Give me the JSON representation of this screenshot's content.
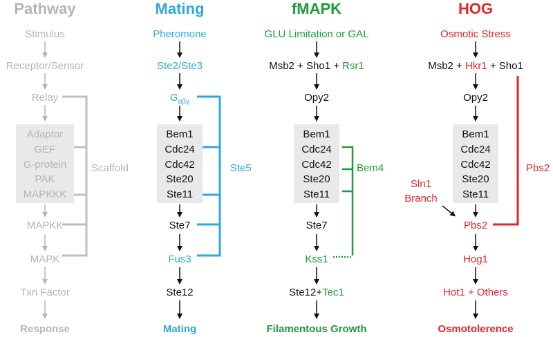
{
  "colors": {
    "gray": "#b5b5b5",
    "box": "#e9e9e9",
    "mating": "#2fa8dc",
    "fmapk": "#1f9a3c",
    "hog": "#e2252b",
    "black": "#111111"
  },
  "headers": {
    "pathway": "Pathway",
    "mating": "Mating",
    "fmapk": "fMAPK",
    "hog": "HOG"
  },
  "pathway": {
    "stimulus": "Stimulus",
    "receptor": "Receptor/Sensor",
    "relay": "Relay",
    "adaptor": "Adaptor",
    "gef": "GEF",
    "gprotein": "G-protein",
    "pak": "PAK",
    "mapkkk": "MAPKKK",
    "mapkk": "MAPKK",
    "mapk": "MAPK",
    "txn": "Txn Factor",
    "response": "Response",
    "scaffold": "Scaffold"
  },
  "mating": {
    "stimulus": "Pheromone",
    "receptor": "Ste2/Ste3",
    "relay_base": "G",
    "relay_sub": "αβγ",
    "bem1": "Bem1",
    "cdc24": "Cdc24",
    "cdc42": "Cdc42",
    "ste20": "Ste20",
    "ste11": "Ste11",
    "ste7": "Ste7",
    "mapk": "Fus3",
    "txn": "Ste12",
    "response": "Mating",
    "scaffold": "Ste5"
  },
  "fmapk": {
    "stimulus": "GLU Limitation or GAL",
    "sensor_a": "Msb2 + Sho1 + ",
    "sensor_b": "Rsr1",
    "relay": "Opy2",
    "bem1": "Bem1",
    "cdc24": "Cdc24",
    "cdc42": "Cdc42",
    "ste20": "Ste20",
    "ste11": "Ste11",
    "ste7": "Ste7",
    "mapk": "Kss1",
    "txn_a": "Ste12+",
    "txn_b": "Tec1",
    "response": "Filamentous Growth",
    "scaffold": "Bem4"
  },
  "hog": {
    "stimulus": "Osmotic Stress",
    "sensor_a": "Msb2 + ",
    "sensor_b": "Hkr1",
    "sensor_c": " + Sho1",
    "relay": "Opy2",
    "bem1": "Bem1",
    "cdc24": "Cdc24",
    "cdc42": "Cdc42",
    "ste20": "Ste20",
    "ste11": "Ste11",
    "mapkk": "Pbs2",
    "mapk": "Hog1",
    "txn": "Hot1 + Others",
    "response": "Osmotolerence",
    "branch_line1": "Sln1",
    "branch_line2": "Branch",
    "bypass": "Pbs2"
  }
}
